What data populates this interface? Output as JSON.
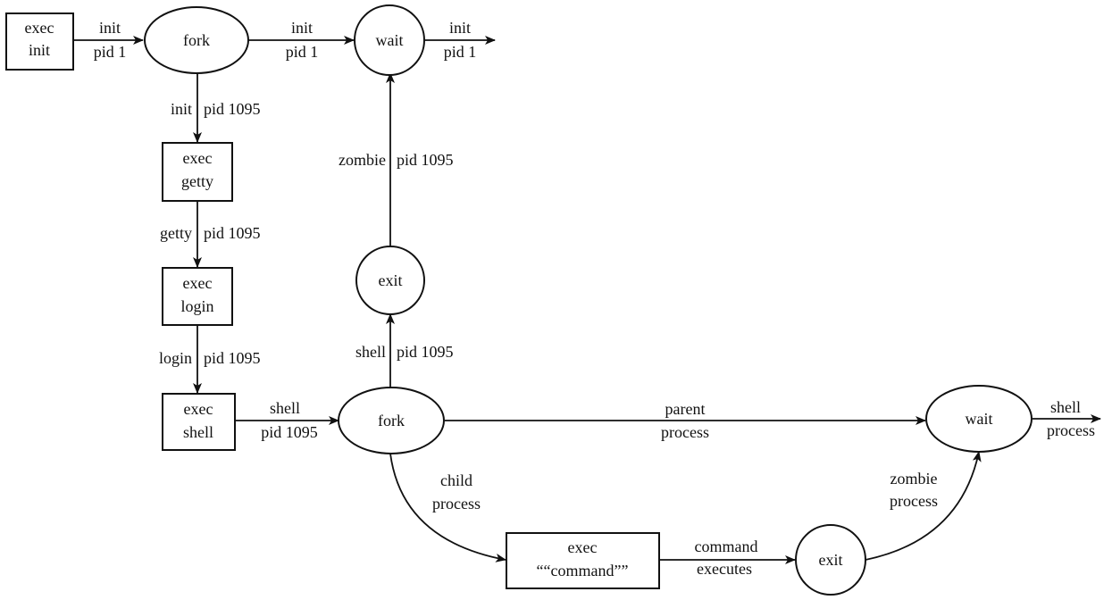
{
  "nodes": {
    "exec_init": [
      "exec",
      "init"
    ],
    "fork_top": "fork",
    "wait_top": "wait",
    "exec_getty": [
      "exec",
      "getty"
    ],
    "exec_login": [
      "exec",
      "login"
    ],
    "exec_shell": [
      "exec",
      "shell"
    ],
    "exit_upper": "exit",
    "fork_main": "fork",
    "wait_right": "wait",
    "exec_command": [
      "exec",
      "““command””"
    ],
    "exit_lower": "exit"
  },
  "edges": {
    "init_to_fork": [
      "init",
      "pid 1"
    ],
    "fork_to_wait": [
      "init",
      "pid 1"
    ],
    "wait_out": [
      "init",
      "pid 1"
    ],
    "fork_to_getty": [
      "init",
      "pid 1095"
    ],
    "getty_to_login": [
      "getty",
      "pid 1095"
    ],
    "login_to_shell": [
      "login",
      "pid 1095"
    ],
    "shell_to_fork": [
      "shell",
      "pid 1095"
    ],
    "fork_to_exit": [
      "shell",
      "pid 1095"
    ],
    "exit_to_wait": [
      "zombie",
      "pid 1095"
    ],
    "fork_to_wait_right": [
      "parent",
      "process"
    ],
    "wait_right_out": [
      "shell",
      "process"
    ],
    "fork_to_command": [
      "child",
      "process"
    ],
    "command_to_exit": [
      "command",
      "executes"
    ],
    "exit_to_wait_right": [
      "zombie",
      "process"
    ]
  }
}
